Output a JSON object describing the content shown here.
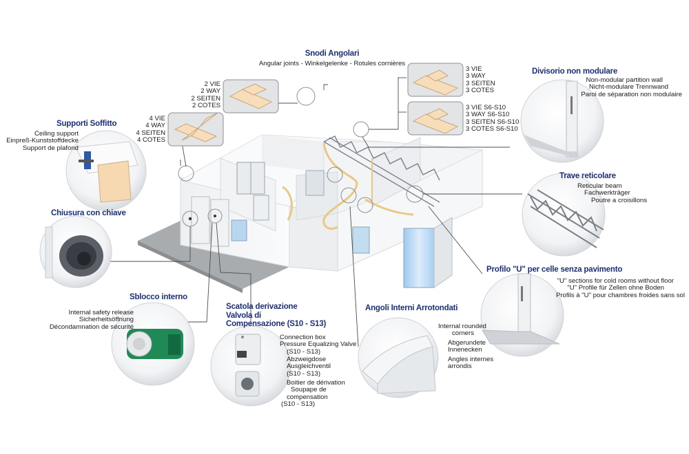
{
  "colors": {
    "title": "#1b2f7a",
    "text": "#1a1a1a",
    "line": "#444444",
    "wall": "#f4f5f7",
    "accent_green": "#1f8a55",
    "frost": "#bcd9f3"
  },
  "snodi": {
    "title": "Snodi Angolari",
    "subtitle": "Angular joints - Winkelgelenke - Rotules cornières",
    "two_way": [
      "2 VIE",
      "2 WAY",
      "2 SEITEN",
      "2 COTES"
    ],
    "four_way": [
      "4 VIE",
      "4 WAY",
      "4 SEITEN",
      "4 COTES"
    ],
    "three_way": [
      "3 VIE",
      "3 WAY",
      "3 SEITEN",
      "3 COTES"
    ],
    "three_way_s6": [
      "3 VIE S6-S10",
      "3 WAY S6-S10",
      "3 SEITEN S6-S10",
      "3 COTES S6-S10"
    ]
  },
  "supporti": {
    "title": "Supporti Soffitto",
    "lines": [
      "Ceiling support",
      "Einpreß-Kunststoffdecke",
      "Support de plafond"
    ]
  },
  "chiusura": {
    "title": "Chiusura con chiave"
  },
  "sblocco": {
    "title": "Sblocco interno",
    "lines": [
      "Internal safety release",
      "Sicherheitsöffnung",
      "Décondamnation de sécurité"
    ]
  },
  "scatola": {
    "title_lines": [
      "Scatola derivazione",
      "Valvola di",
      "Compensazione (S10 - S13)"
    ],
    "block1": [
      "Connection box",
      "Pressure Equalizing Valve",
      "(S10 - S13)"
    ],
    "block2": [
      "Abzweigdose",
      "Ausgleichventil",
      "(S10 - S13)"
    ],
    "block3": [
      "Boitier de dérivation",
      "Soupape de",
      "compensation",
      "(S10 - S13)"
    ]
  },
  "angoli": {
    "title": "Angoli Interni Arrotondati",
    "block1": [
      "Internal rounded",
      "corners"
    ],
    "block2": [
      "Abgerundete",
      "Innenecken"
    ],
    "block3": [
      "Angles internes",
      "arrondis"
    ]
  },
  "divisorio": {
    "title": "Divisorio non modulare",
    "lines": [
      "Non-modular partition wall",
      "Nicht-modulare Trennwand",
      "Paroi de séparation non modulaire"
    ]
  },
  "trave": {
    "title": "Trave reticolare",
    "lines": [
      "Reticular beam",
      "Fachwerkträger",
      "Poutre a croisillons"
    ]
  },
  "profilo": {
    "title": "Profilo \"U\" per celle senza pavimento",
    "lines": [
      "\"U\" sections for cold rooms without floor",
      "\"U\" Profile für Zellen ohne Boden",
      "Profils à \"U\" pour chambres froides sans sol"
    ]
  }
}
